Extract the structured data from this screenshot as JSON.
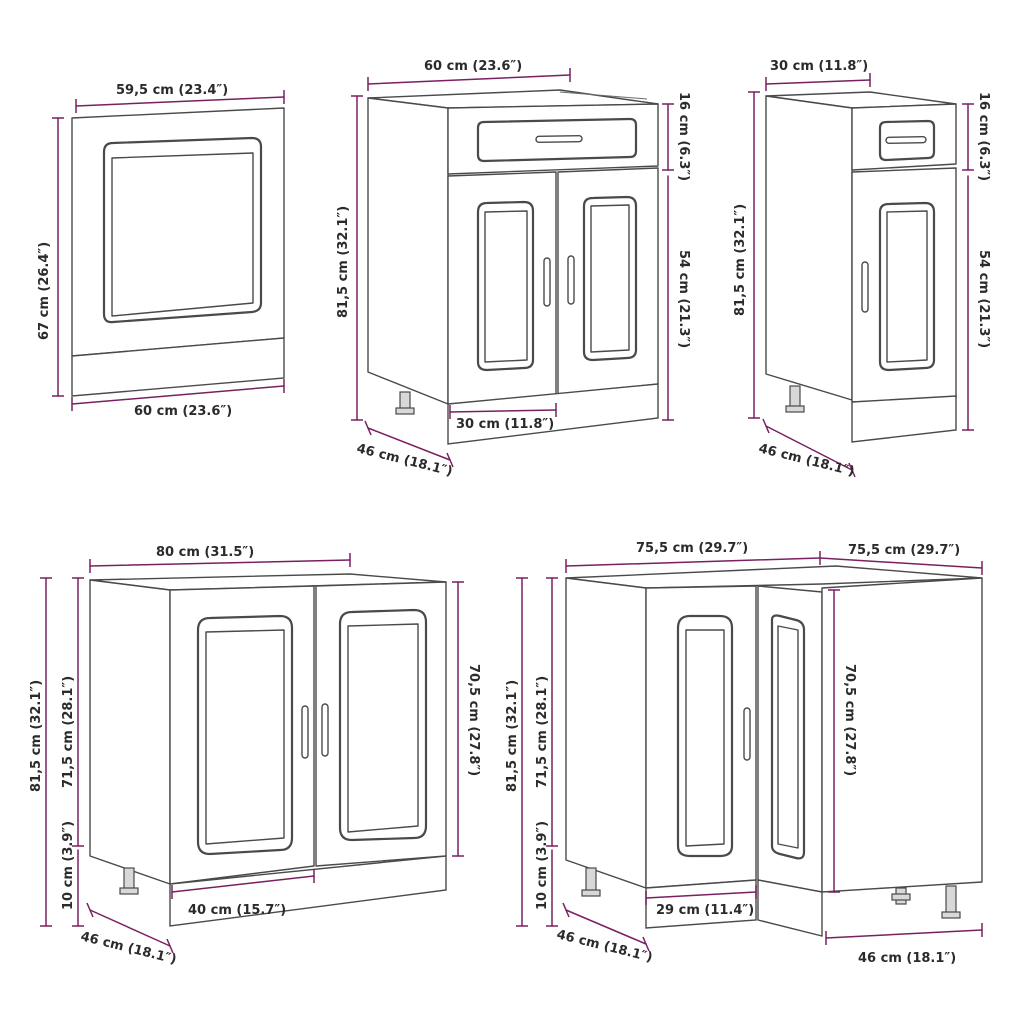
{
  "colors": {
    "dimension_line": "#7a2060",
    "outline": "#4a4a4a",
    "text": "#2b2b2b"
  },
  "cabinets": {
    "oven_panel": {
      "top_width": "59,5 cm (23.4″)",
      "height": "67 cm (26.4″)",
      "bottom_width": "60 cm (23.6″)"
    },
    "drawer_cabinet_60": {
      "width": "60 cm (23.6″)",
      "height": "81,5 cm (32.1″)",
      "drawer_height": "16 cm (6.3″)",
      "door_height": "54 cm (21.3″)",
      "door_width": "30 cm (11.8″)",
      "depth": "46 cm (18.1″)"
    },
    "drawer_cabinet_30": {
      "width": "30 cm (11.8″)",
      "height": "81,5 cm (32.1″)",
      "drawer_height": "16 cm (6.3″)",
      "door_height": "54 cm (21.3″)",
      "depth": "46 cm (18.1″)"
    },
    "sink_cabinet_80": {
      "width": "80 cm (31.5″)",
      "height": "81,5 cm (32.1″)",
      "body_height": "71,5 cm (28.1″)",
      "plinth_height": "10 cm (3.9″)",
      "door_height": "70,5 cm (27.8″)",
      "door_width": "40 cm (15.7″)",
      "depth": "46 cm (18.1″)"
    },
    "corner_cabinet": {
      "width_left": "75,5 cm (29.7″)",
      "width_right": "75,5 cm (29.7″)",
      "height": "81,5 cm (32.1″)",
      "body_height": "71,5 cm (28.1″)",
      "plinth_height": "10 cm (3.9″)",
      "door_height": "70,5 cm (27.8″)",
      "door_width": "29 cm (11.4″)",
      "depth_left": "46 cm (18.1″)",
      "depth_right": "46 cm (18.1″)"
    }
  }
}
